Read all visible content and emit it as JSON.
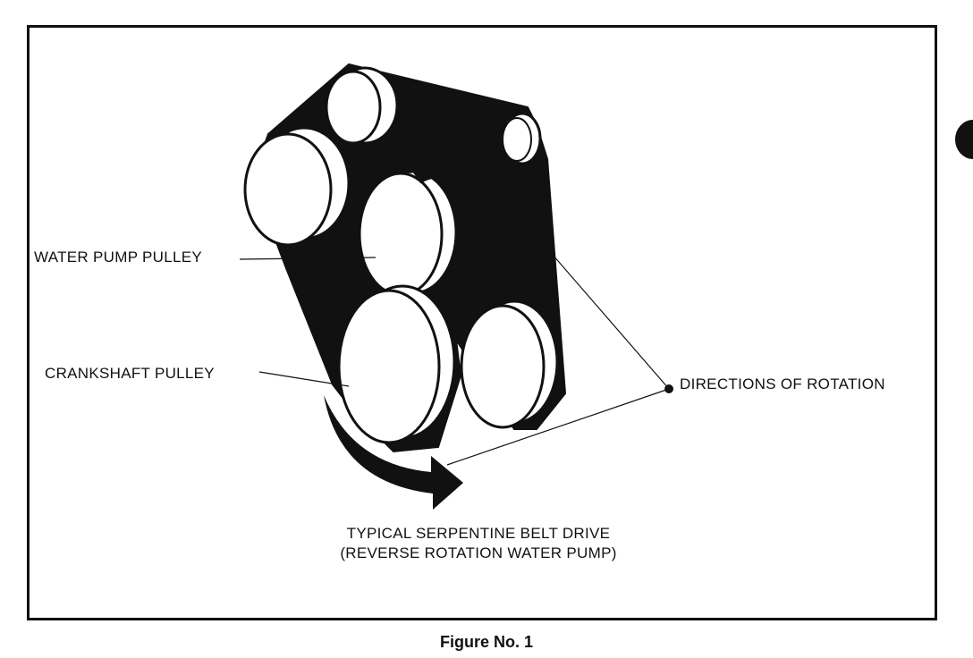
{
  "labels": {
    "water_pump_pulley": "WATER PUMP PULLEY",
    "crankshaft_pulley": "CRANKSHAFT PULLEY",
    "directions_of_rotation": "DIRECTIONS OF ROTATION"
  },
  "caption": {
    "line1": "TYPICAL SERPENTINE BELT DRIVE",
    "line2": "(REVERSE ROTATION WATER PUMP)"
  },
  "figure_title": "Figure No. 1",
  "colors": {
    "ink": "#111111",
    "paper": "#ffffff"
  }
}
